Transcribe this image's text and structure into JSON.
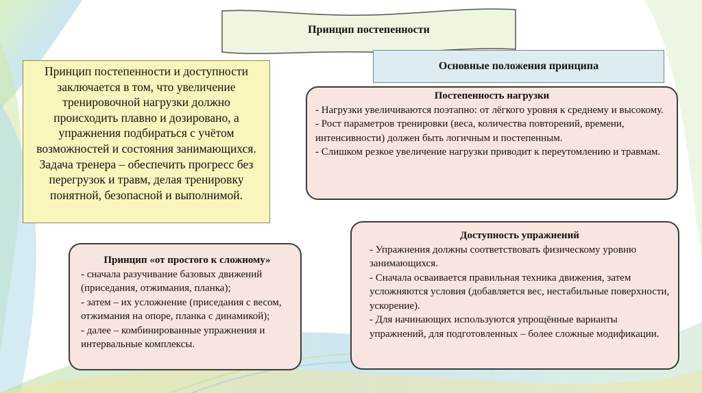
{
  "header": {
    "title": "Принцип постепенности",
    "subtitle": "Основные положения принципа"
  },
  "main_text": "Принцип постепенности и доступности заключается в том, что увеличение тренировочной нагрузки должно происходить плавно и дозировано, а упражнения подбираться с учётом возможностей и состояния занимающихся. Задача тренера – обеспечить прогресс без перегрузок и травм, делая тренировку понятной, безопасной и выполнимой.",
  "cards": {
    "load": {
      "title": "Постепенность нагрузки",
      "lines": [
        "- Нагрузки увеличиваются поэтапно: от лёгкого уровня к среднему и высокому.",
        "- Рост параметров тренировки (веса, количества повторений, времени, интенсивности) должен быть логичным и постепенным.",
        "- Слишком резкое увеличение нагрузки приводит к переутомлению и травмам."
      ]
    },
    "simple": {
      "title": "Принцип «от простого к сложному»",
      "lines": [
        "- сначала разучивание базовых движений (приседания, отжимания, планка);",
        "- затем – их усложнение (приседания с весом, отжимания на опоре, планка с динамикой);",
        "- далее – комбинированные упражнения и интервальные комплексы."
      ]
    },
    "access": {
      "title": "Доступность упражнений",
      "lines": [
        "- Упражнения должны соответствовать физическому уровню занимающихся.",
        "- Сначала осваивается правильная техника движения, затем усложняются условия (добавляется вес, нестабильные поверхности, ускорение).",
        "- Для начинающих используются упрощённые варианты упражнений, для подготовленных – более сложные модификации."
      ]
    }
  },
  "colors": {
    "banner_fill": "#eef5e0",
    "subheader_fill": "#dcecf0",
    "main_box_fill": "#f8f6bd",
    "card_fill": "#f9e5df",
    "swirl_green": "#b9dd8a",
    "swirl_blue": "#8fc7df"
  }
}
